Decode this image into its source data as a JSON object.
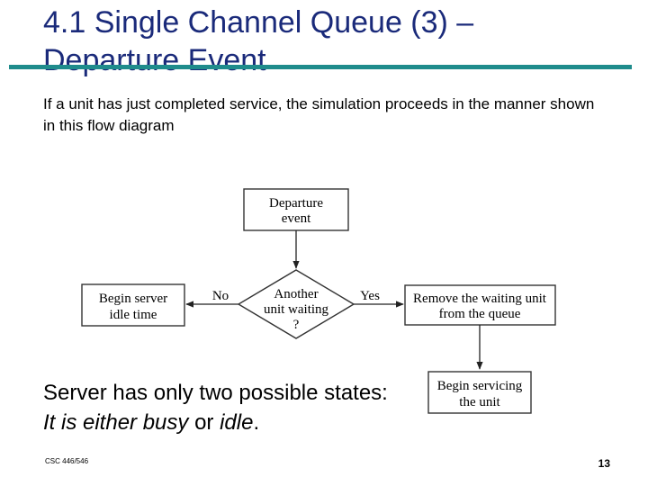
{
  "slide": {
    "title_line1": "4.1 Single Channel Queue (3) –",
    "title_line2": "Departure Event",
    "intro": "If a unit has just completed service, the simulation proceeds in the manner shown in this flow diagram",
    "states_prefix": "Server has only two possible states: ",
    "states_it": "It is either busy",
    "states_or": " or ",
    "states_idle": "idle",
    "states_period": ".",
    "footer": "CSC 446/546",
    "page_number": "13"
  },
  "flow": {
    "departure": [
      "Departure",
      "event"
    ],
    "decision": [
      "Another",
      "unit waiting",
      "?"
    ],
    "no_label": "No",
    "yes_label": "Yes",
    "idle_box": [
      "Begin server",
      "idle time"
    ],
    "remove_box": [
      "Remove the waiting unit",
      "from the queue"
    ],
    "service_box": [
      "Begin servicing",
      "the unit"
    ]
  }
}
